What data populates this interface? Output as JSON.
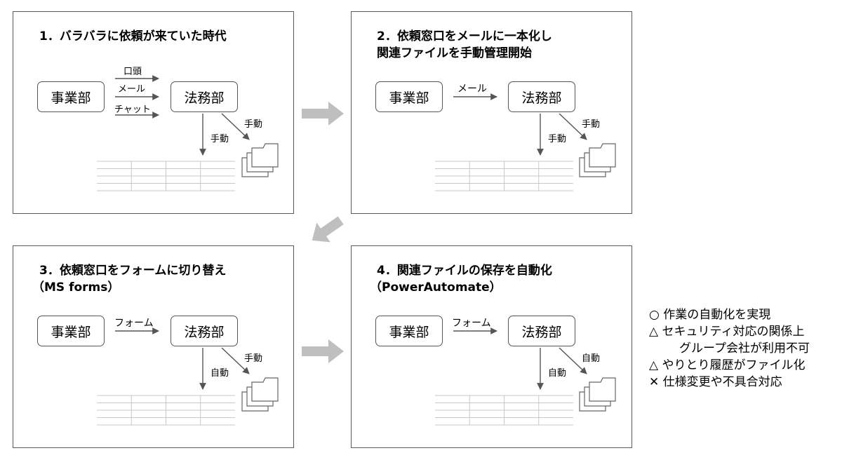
{
  "panels": [
    {
      "title_lines": [
        "1．バラバラに依頼が来ていた時代"
      ],
      "source": "事業部",
      "target": "法務部",
      "channels": [
        "口頭",
        "メール",
        "チャット"
      ],
      "to_table": "手動",
      "to_files": "手動"
    },
    {
      "title_lines": [
        "2．依頼窓口をメールに一本化し",
        "関連ファイルを手動管理開始"
      ],
      "source": "事業部",
      "target": "法務部",
      "channels": [
        "メール"
      ],
      "to_table": "手動",
      "to_files": "手動"
    },
    {
      "title_lines": [
        "3．依頼窓口をフォームに切り替え",
        "（MS forms）"
      ],
      "source": "事業部",
      "target": "法務部",
      "channels": [
        "フォーム"
      ],
      "to_table": "自動",
      "to_files": "手動"
    },
    {
      "title_lines": [
        "4．関連ファイルの保存を自動化",
        "（PowerAutomate）"
      ],
      "source": "事業部",
      "target": "法務部",
      "channels": [
        "フォーム"
      ],
      "to_table": "自動",
      "to_files": "自動"
    }
  ],
  "notes": [
    "○ 作業の自動化を実現",
    "△ セキュリティ対応の関係上",
    "グループ会社が利用不可",
    "△ やりとり履歴がファイル化",
    "✕ 仕様変更や不具合対応"
  ],
  "colors": {
    "border": "#5a5a5a",
    "arrow": "#555555",
    "flow_arrow": "#bfbfbf",
    "table_line": "#c8c8c8"
  }
}
